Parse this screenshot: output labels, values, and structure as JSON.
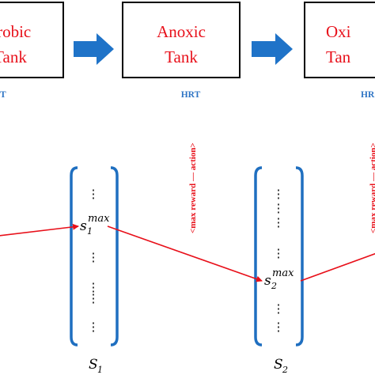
{
  "tanks": [
    {
      "line1": "erobic",
      "line2": "Tank"
    },
    {
      "line1": "Anoxic",
      "line2": "Tank"
    },
    {
      "line1": "Oxi",
      "line2": "Tan"
    }
  ],
  "hrt_labels": [
    "T",
    "HRT",
    "HR"
  ],
  "vertical_labels": [
    "<max reward — action>",
    "<max reward — action>"
  ],
  "states": [
    {
      "max_base": "s",
      "max_sub": "1",
      "max_sup": "max",
      "label_base": "S",
      "label_sub": "1"
    },
    {
      "max_base": "s",
      "max_sub": "2",
      "max_sup": "max",
      "label_base": "S",
      "label_sub": "2"
    }
  ],
  "dots": "⋮",
  "colors": {
    "tank_text": "#e8101a",
    "arrow": "#1f73c8",
    "hrt": "#2e74c4",
    "bracket": "#1f6fc0",
    "path": "#e8101a"
  }
}
